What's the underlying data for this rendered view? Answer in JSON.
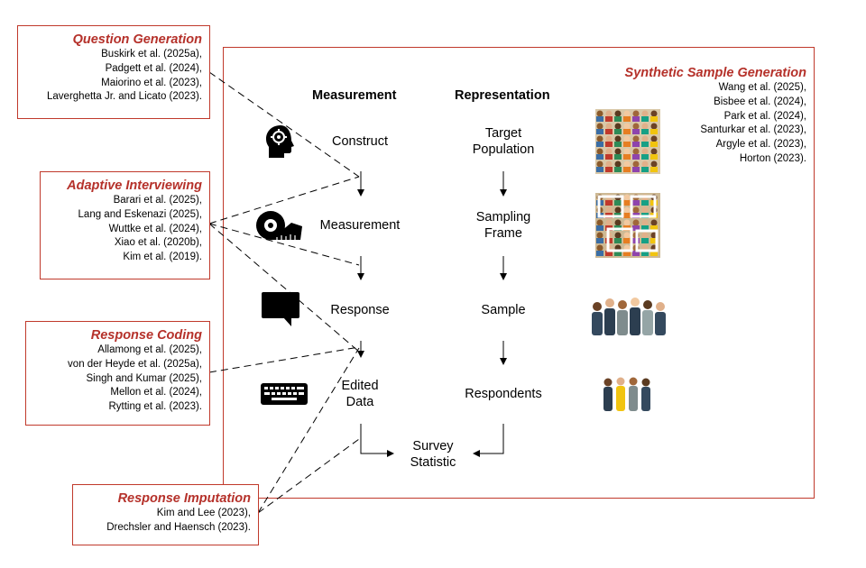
{
  "columns": {
    "measurement": "Measurement",
    "representation": "Representation"
  },
  "measurement_nodes": [
    "Construct",
    "Measurement",
    "Response",
    "Edited\nData"
  ],
  "representation_nodes": [
    "Target\nPopulation",
    "Sampling\nFrame",
    "Sample",
    "Respondents"
  ],
  "statistic": "Survey\nStatistic",
  "boxes": {
    "question_generation": {
      "title": "Question Generation",
      "refs": [
        "Buskirk et al. (2025a),",
        "Padgett et al. (2024),",
        "Maiorino et al. (2023),",
        "Laverghetta Jr. and Licato (2023)."
      ]
    },
    "adaptive_interviewing": {
      "title": "Adaptive Interviewing",
      "refs": [
        "Barari et al. (2025),",
        "Lang and Eskenazi (2025),",
        "Wuttke et al. (2024),",
        "Xiao et al. (2020b),",
        "Kim et al. (2019)."
      ]
    },
    "response_coding": {
      "title": "Response Coding",
      "refs": [
        "Allamong et al. (2025),",
        "von der Heyde et al. (2025a),",
        "Singh and Kumar (2025),",
        "Mellon et al. (2024),",
        "Rytting et al. (2023)."
      ]
    },
    "response_imputation": {
      "title": "Response Imputation",
      "refs": [
        "Kim and Lee (2023),",
        "Drechsler and Haensch (2023)."
      ]
    },
    "synthetic_sample_generation": {
      "title": "Synthetic Sample Generation",
      "refs": [
        "Wang et al. (2025),",
        "Bisbee et al. (2024),",
        "Park et al. (2024),",
        "Santurkar et al. (2023),",
        "Argyle et al. (2023),",
        "Horton (2023)."
      ]
    }
  },
  "icons": [
    "head-gear-icon",
    "tape-measure-icon",
    "speech-bubble-icon",
    "keyboard-icon",
    "crowd-large-icon",
    "crowd-framed-icon",
    "group-icon",
    "small-group-icon"
  ],
  "colors": {
    "accent": "#c0392b",
    "title": "#b5312a"
  }
}
